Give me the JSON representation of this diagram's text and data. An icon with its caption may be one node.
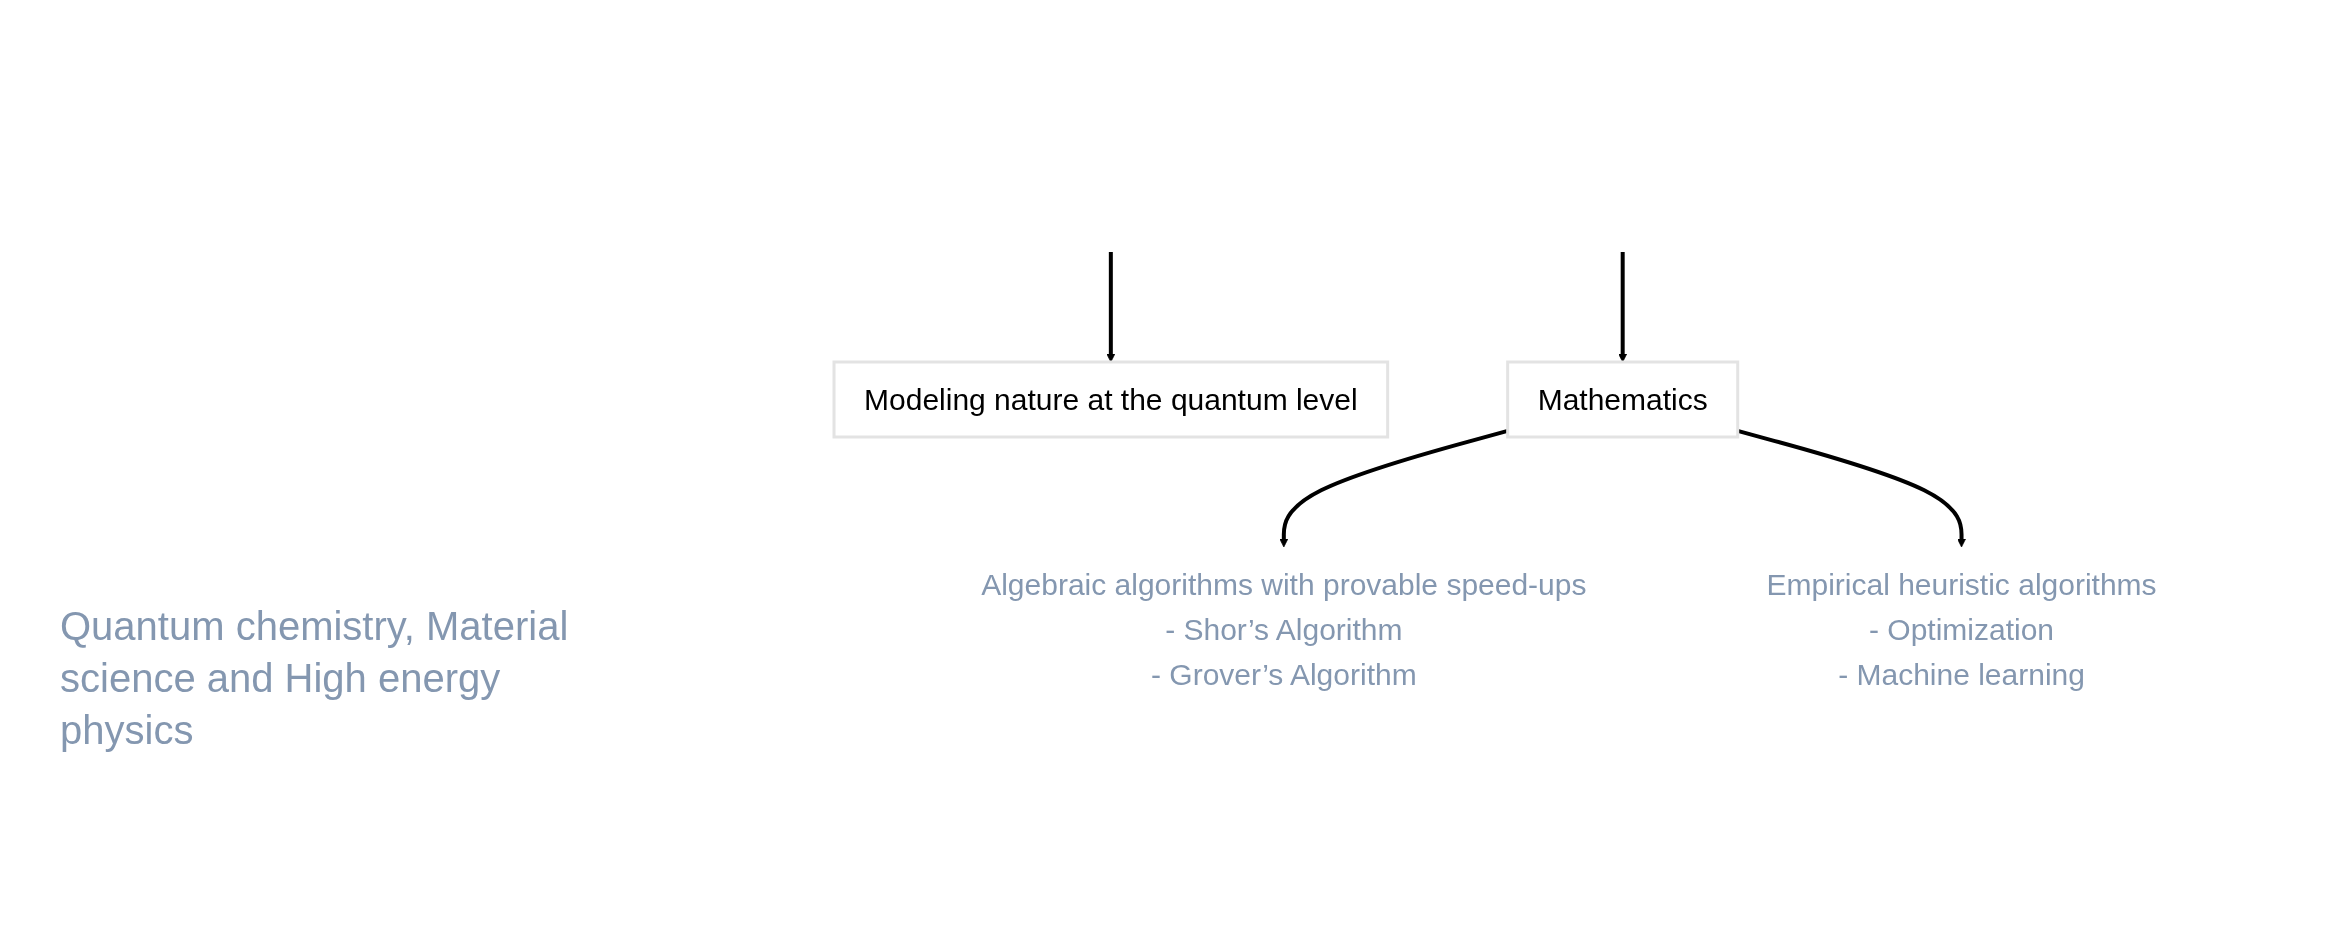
{
  "diagram": {
    "nodes": [
      {
        "text": [
          "Modeling nature at the quantum level"
        ]
      },
      {
        "text": [
          "Mathematics"
        ]
      },
      {
        "text": [
          "Algebraic algorithms with provable speed-ups",
          "- Shor’s Algorithm",
          "- Grover’s Algorithm"
        ]
      },
      {
        "text": [
          "Empirical heuristic algorithms",
          "- Optimization",
          "- Machine learning"
        ]
      }
    ],
    "edges": [
      {
        "from": null,
        "to": 0,
        "arrow": "to"
      },
      {
        "from": null,
        "to": 1,
        "arrow": "to"
      },
      {
        "from": 1,
        "to": 2,
        "arrow": "to"
      },
      {
        "from": 1,
        "to": 3,
        "arrow": "to"
      }
    ],
    "labels": [
      "Quantum chemistry, Material science and High energy physics"
    ]
  }
}
